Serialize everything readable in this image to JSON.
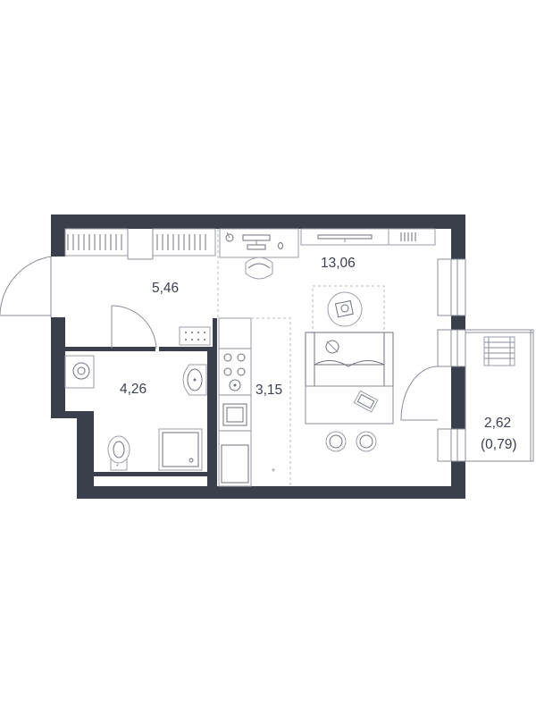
{
  "plan": {
    "rooms": [
      {
        "id": "hallway",
        "area": "5,46"
      },
      {
        "id": "bathroom",
        "area": "4,26"
      },
      {
        "id": "kitchen",
        "area": "3,15"
      },
      {
        "id": "living",
        "area": "13,06"
      },
      {
        "id": "balcony",
        "area": "2,62"
      }
    ],
    "balcony_reduced": "(0,79)"
  },
  "colors": {
    "wall": "#3b3f4c",
    "line": "#8a8e99",
    "text": "#3c4150"
  }
}
